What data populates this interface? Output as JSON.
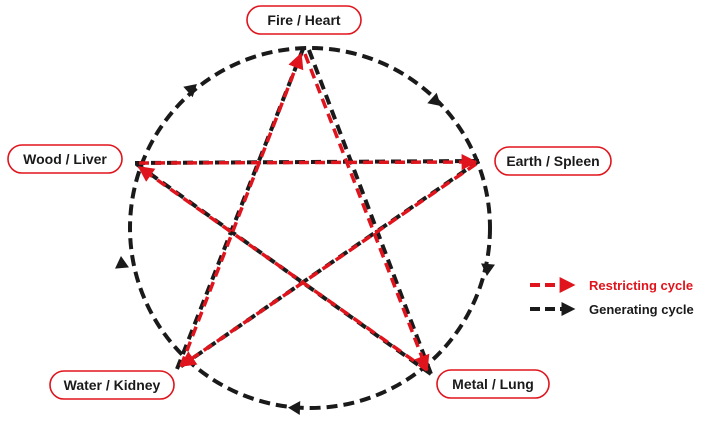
{
  "elements": {
    "fire": "Fire / Heart",
    "earth": "Earth / Spleen",
    "metal": "Metal / Lung",
    "water": "Water / Kidney",
    "wood": "Wood / Liver"
  },
  "legend": {
    "restricting": "Restricting cycle",
    "generating": "Generating cycle"
  },
  "colors": {
    "restricting": "#e0141c",
    "generating": "#1a1a1a",
    "node_border": "#e0141c"
  }
}
